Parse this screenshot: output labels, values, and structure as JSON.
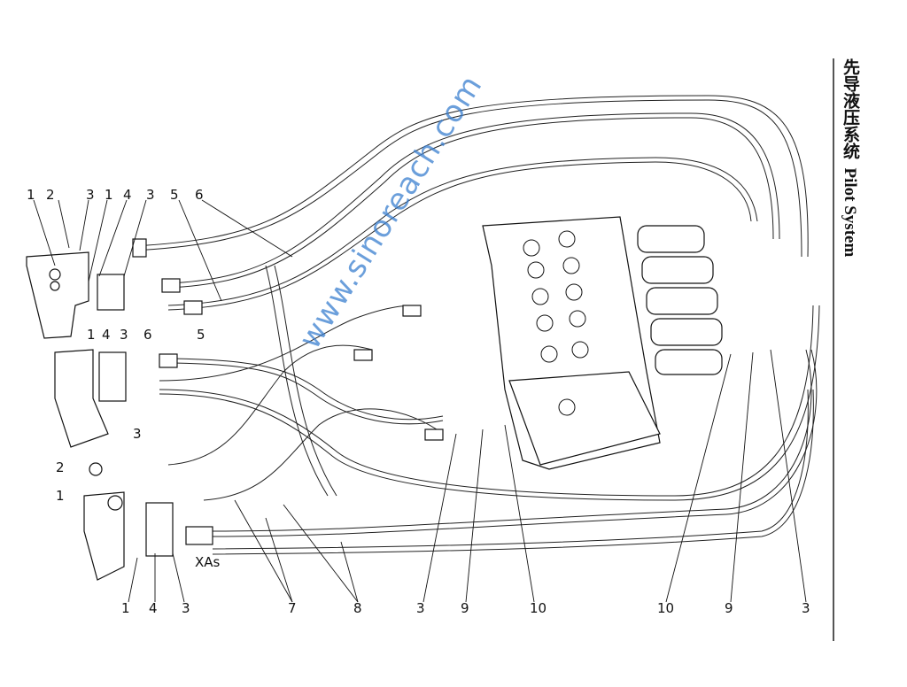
{
  "title": {
    "cn": "先导液压系统",
    "en": "Pilot System"
  },
  "watermark": "www.sinoreach.com",
  "port_label": "XAs",
  "labels": {
    "top": [
      "1",
      "2",
      "3",
      "1",
      "4",
      "3",
      "5",
      "6"
    ],
    "middle": [
      "1",
      "4",
      "3",
      "6",
      "5"
    ],
    "lower_left": [
      "3",
      "2",
      "1"
    ],
    "bottom": [
      "1",
      "4",
      "3",
      "7",
      "8",
      "3",
      "9",
      "10",
      "10",
      "9",
      "3"
    ]
  },
  "colors": {
    "line": "#222222",
    "watermark": "#3a7fd0"
  }
}
